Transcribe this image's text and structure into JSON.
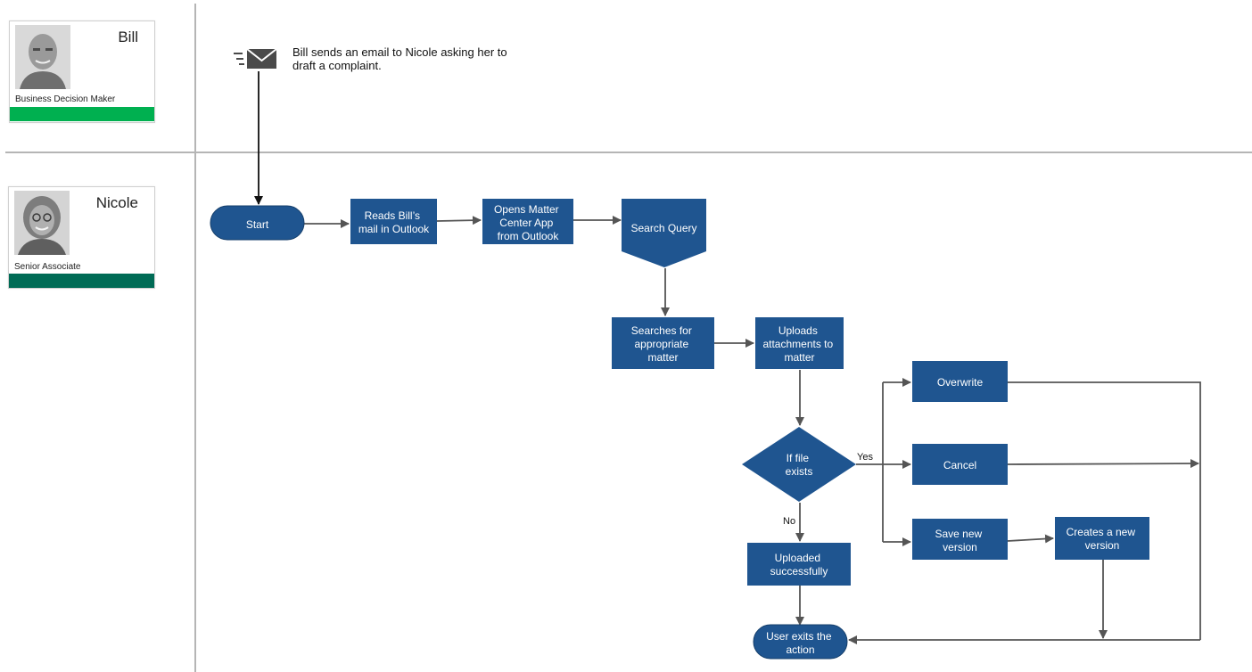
{
  "colors": {
    "node_fill": "#1f5590",
    "node_fill_dark": "#1a4675",
    "arrow": "#555555",
    "lane_divider": "#b5b5b5",
    "bill_bar": "#00b050",
    "nicole_bar": "#006b55"
  },
  "lanes": {
    "bill": {
      "name": "Bill",
      "role": "Business Decision Maker",
      "photo": "portrait-of-bill"
    },
    "nicole": {
      "name": "Nicole",
      "role": "Senior Associate",
      "photo": "portrait-of-nicole"
    }
  },
  "email_event": {
    "icon": "email-send-icon",
    "text_line1": "Bill sends an email to Nicole asking her to",
    "text_line2": "draft a complaint."
  },
  "nodes": {
    "start": "Start",
    "reads_mail": [
      "Reads Bill’s",
      "mail in Outlook"
    ],
    "opens_app": [
      "Opens Matter",
      "Center App",
      "from Outlook"
    ],
    "search_query": "Search Query",
    "searches": [
      "Searches for",
      "appropriate",
      "matter"
    ],
    "uploads": [
      "Uploads",
      "attachments to",
      "matter"
    ],
    "decision": [
      "If file",
      "exists"
    ],
    "overwrite": "Overwrite",
    "cancel": "Cancel",
    "save_new": [
      "Save new",
      "version"
    ],
    "creates_new": [
      "Creates a new",
      "version"
    ],
    "uploaded": [
      "Uploaded",
      "successfully"
    ],
    "exits": [
      "User exits the",
      "action"
    ]
  },
  "edge_labels": {
    "yes": "Yes",
    "no": "No"
  }
}
